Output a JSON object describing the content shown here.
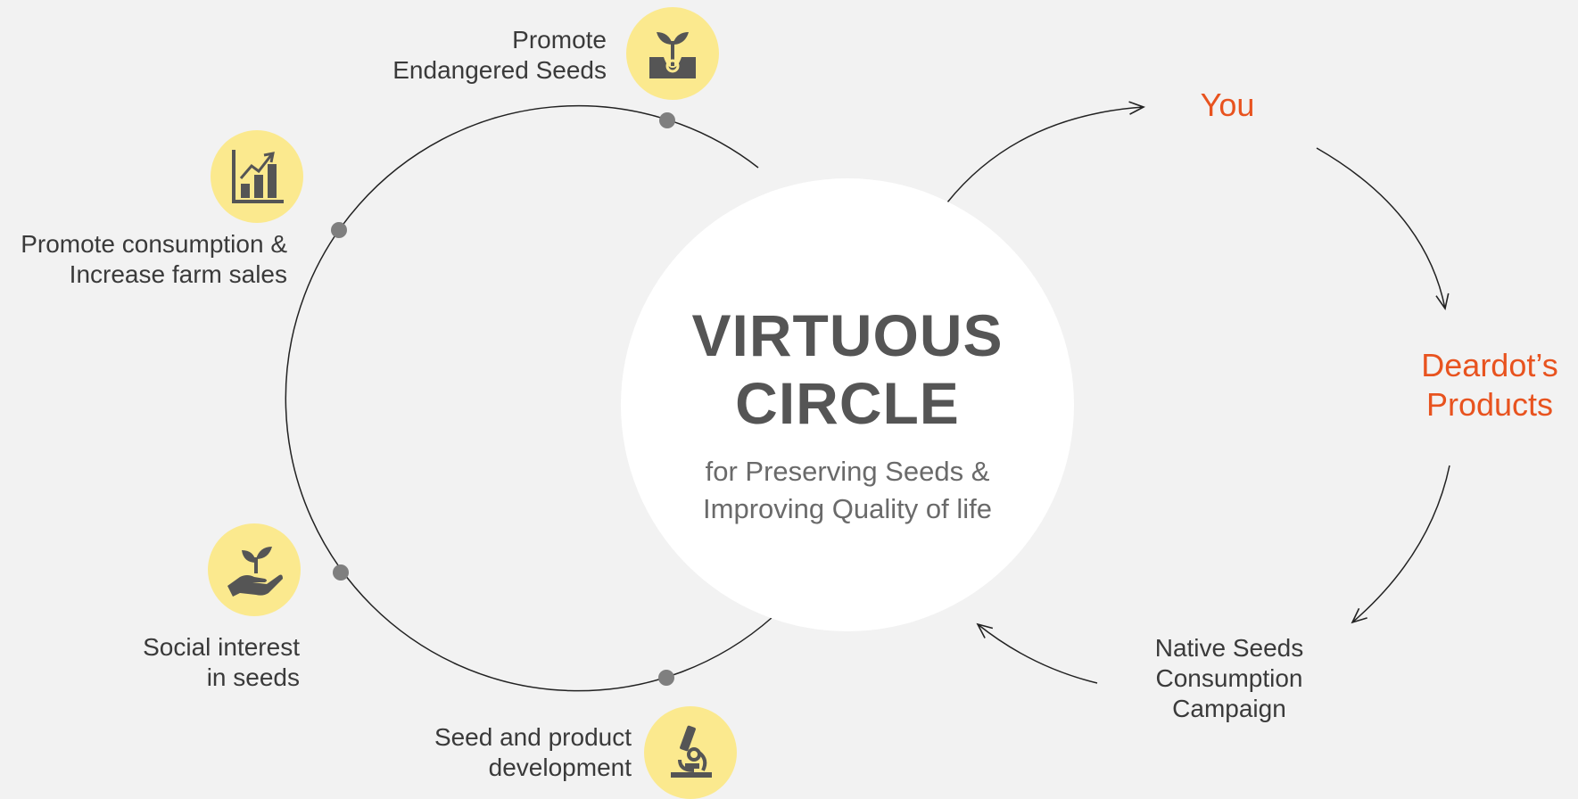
{
  "colors": {
    "background": "#f2f2f2",
    "accent": "#e8531f",
    "badge": "#fbe98e",
    "icon": "#555555",
    "center_fill": "#ffffff",
    "text": "#3a3a3a",
    "node_dot": "#7f7f7f"
  },
  "center": {
    "title_line1": "VIRTUOUS",
    "title_line2": "CIRCLE",
    "subtitle_line1": "for Preserving Seeds &",
    "subtitle_line2": "Improving Quality of life"
  },
  "left_cycle": {
    "items": [
      {
        "line1": "Promote",
        "line2": "Endangered Seeds",
        "icon": "sprout-in-soil-icon"
      },
      {
        "line1": "Promote consumption &",
        "line2": "Increase farm sales",
        "icon": "growth-chart-icon"
      },
      {
        "line1": "Social interest",
        "line2": "in seeds",
        "icon": "hand-holding-plant-icon"
      },
      {
        "line1": "Seed and product",
        "line2": "development",
        "icon": "microscope-icon"
      }
    ]
  },
  "right_cycle": {
    "you": "You",
    "products_line1": "Deardot’s",
    "products_line2": "Products",
    "campaign_line1": "Native Seeds",
    "campaign_line2": "Consumption",
    "campaign_line3": "Campaign"
  }
}
